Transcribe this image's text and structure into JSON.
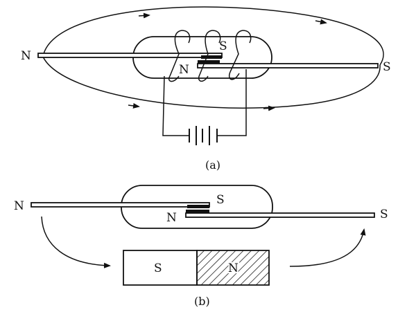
{
  "figure_a": {
    "caption": "(a)",
    "left_pole": "N",
    "right_pole": "S",
    "inner_upper_pole": "S",
    "inner_lower_pole": "N"
  },
  "figure_b": {
    "caption": "(b)",
    "left_pole": "N",
    "right_pole": "S",
    "inner_upper_pole": "S",
    "inner_lower_pole": "N",
    "magnet_left_label": "S",
    "magnet_right_label": "N"
  }
}
